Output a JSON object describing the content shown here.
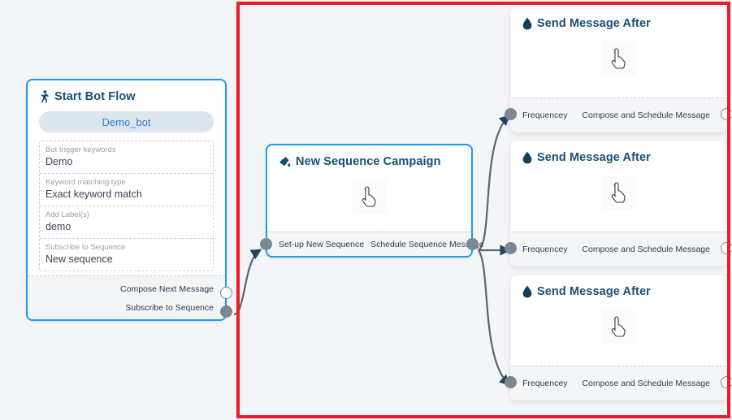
{
  "canvas": {
    "background_color": "#f4f5f7",
    "selection_box_color": "#ed1b24"
  },
  "nodes": {
    "start_bot_flow": {
      "title": "Start Bot Flow",
      "icon": "running-person-icon",
      "bot_pill": "Demo_bot",
      "fields": [
        {
          "label": "Bot trigger keywords",
          "value": "Demo"
        },
        {
          "label": "Keyword matching type",
          "value": "Exact keyword match"
        },
        {
          "label": "Add Label(s)",
          "value": "demo"
        },
        {
          "label": "Subscribe to Sequence",
          "value": "New sequence"
        }
      ],
      "outputs": [
        {
          "label": "Compose Next Message",
          "port": "hollow"
        },
        {
          "label": "Subscribe to Sequence",
          "port": "filled"
        }
      ]
    },
    "new_sequence_campaign": {
      "title": "New Sequence Campaign",
      "icon": "paint-pour-icon",
      "selected": true,
      "body_icon": "pointing-hand-cursor-icon",
      "input_label": "Set-up New Sequence",
      "output_label": "Schedule Sequence Message"
    },
    "send_message_cards": [
      {
        "title": "Send Message After",
        "icon": "water-droplet-icon",
        "body_icon": "pointing-hand-cursor-icon",
        "input_label": "Frequencey",
        "output_label": "Compose and Schedule Message"
      },
      {
        "title": "Send Message After",
        "icon": "water-droplet-icon",
        "body_icon": "pointing-hand-cursor-icon",
        "input_label": "Frequencey",
        "output_label": "Compose and Schedule Message"
      },
      {
        "title": "Send Message After",
        "icon": "water-droplet-icon",
        "body_icon": "pointing-hand-cursor-icon",
        "input_label": "Frequencey",
        "output_label": "Compose and Schedule Message"
      }
    ]
  },
  "edges": [
    {
      "from": "start_bot_flow.Subscribe to Sequence",
      "to": "new_sequence_campaign.Set-up New Sequence"
    },
    {
      "from": "new_sequence_campaign.Schedule Sequence Message",
      "to": "send_message_cards.0.Frequencey"
    },
    {
      "from": "new_sequence_campaign.Schedule Sequence Message",
      "to": "send_message_cards.1.Frequencey"
    },
    {
      "from": "new_sequence_campaign.Schedule Sequence Message",
      "to": "send_message_cards.2.Frequencey"
    }
  ]
}
